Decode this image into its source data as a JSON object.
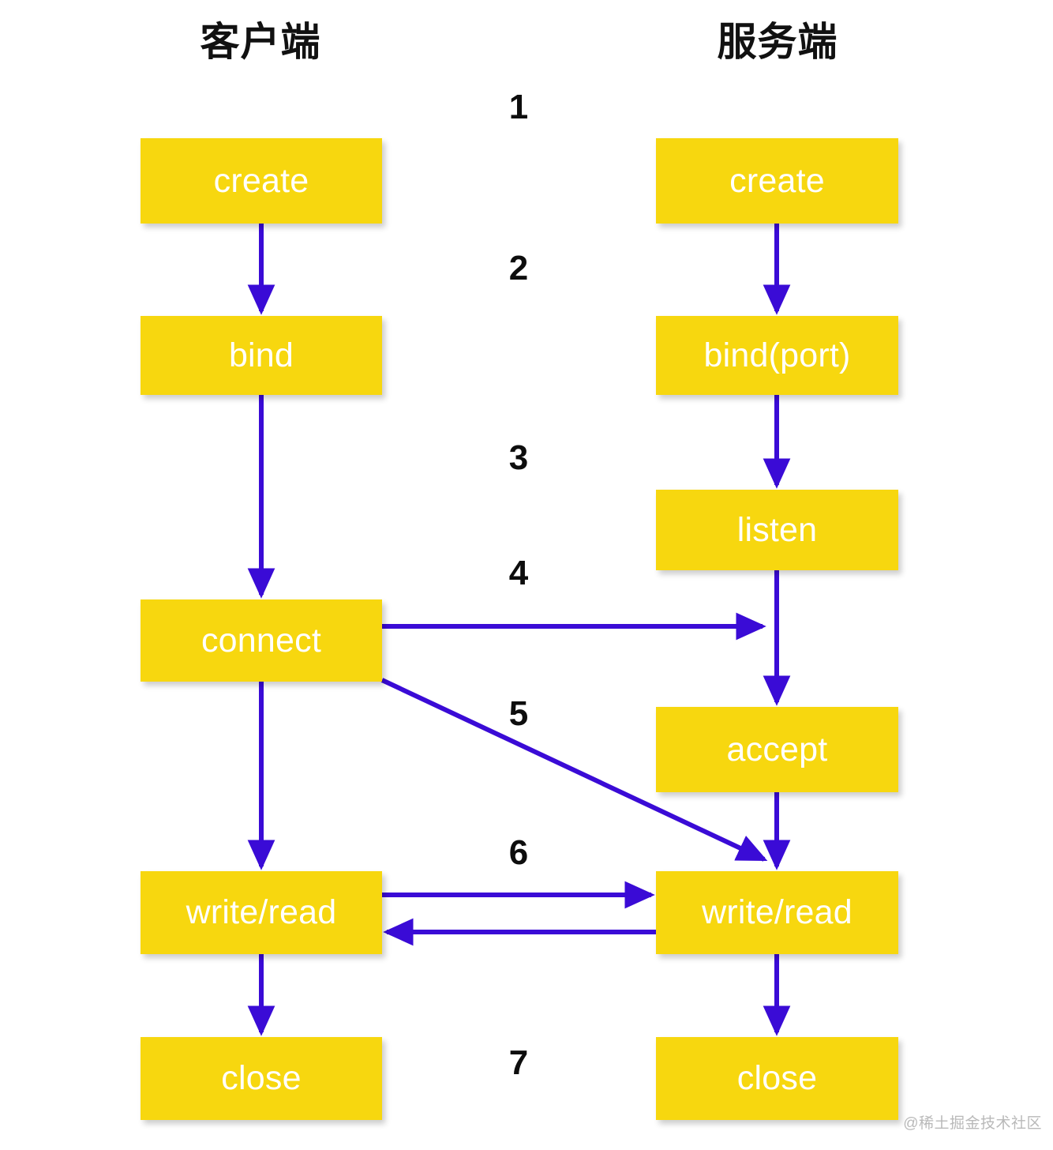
{
  "diagram": {
    "title_client": "客户端",
    "title_server": "服务端",
    "watermark": "@稀土掘金技术社区",
    "colors": {
      "node_fill": "#F7D70F",
      "node_text": "#FFFFFF",
      "arrow": "#3A0BD6",
      "number_text": "#0D0D0D",
      "background": "#FFFFFF"
    },
    "steps": [
      {
        "number": "1"
      },
      {
        "number": "2"
      },
      {
        "number": "3"
      },
      {
        "number": "4"
      },
      {
        "number": "5"
      },
      {
        "number": "6"
      },
      {
        "number": "7"
      }
    ],
    "client_nodes": [
      {
        "id": "client-create",
        "label": "create"
      },
      {
        "id": "client-bind",
        "label": "bind"
      },
      {
        "id": "client-connect",
        "label": "connect"
      },
      {
        "id": "client-write-read",
        "label": "write/read"
      },
      {
        "id": "client-close",
        "label": "close"
      }
    ],
    "server_nodes": [
      {
        "id": "server-create",
        "label": "create"
      },
      {
        "id": "server-bind",
        "label": "bind(port)"
      },
      {
        "id": "server-listen",
        "label": "listen"
      },
      {
        "id": "server-accept",
        "label": "accept"
      },
      {
        "id": "server-write-read",
        "label": "write/read"
      },
      {
        "id": "server-close",
        "label": "close"
      }
    ],
    "edges": [
      {
        "from": "client-create",
        "to": "client-bind",
        "kind": "vertical"
      },
      {
        "from": "client-bind",
        "to": "client-connect",
        "kind": "vertical"
      },
      {
        "from": "client-connect",
        "to": "client-write-read",
        "kind": "vertical"
      },
      {
        "from": "client-write-read",
        "to": "client-close",
        "kind": "vertical"
      },
      {
        "from": "server-create",
        "to": "server-bind",
        "kind": "vertical"
      },
      {
        "from": "server-bind",
        "to": "server-listen",
        "kind": "vertical"
      },
      {
        "from": "server-listen",
        "to": "server-accept",
        "kind": "vertical"
      },
      {
        "from": "server-accept",
        "to": "server-write-read",
        "kind": "vertical"
      },
      {
        "from": "server-write-read",
        "to": "server-close",
        "kind": "vertical"
      },
      {
        "from": "client-connect",
        "to": "server-accept",
        "kind": "horizontal-right",
        "step": "4"
      },
      {
        "from": "client-connect",
        "to": "server-write-read",
        "kind": "diagonal-down-right",
        "step": "5"
      },
      {
        "from": "client-write-read",
        "to": "server-write-read",
        "kind": "horizontal-right",
        "step": "6"
      },
      {
        "from": "server-write-read",
        "to": "client-write-read",
        "kind": "horizontal-left",
        "step": "6"
      }
    ]
  }
}
